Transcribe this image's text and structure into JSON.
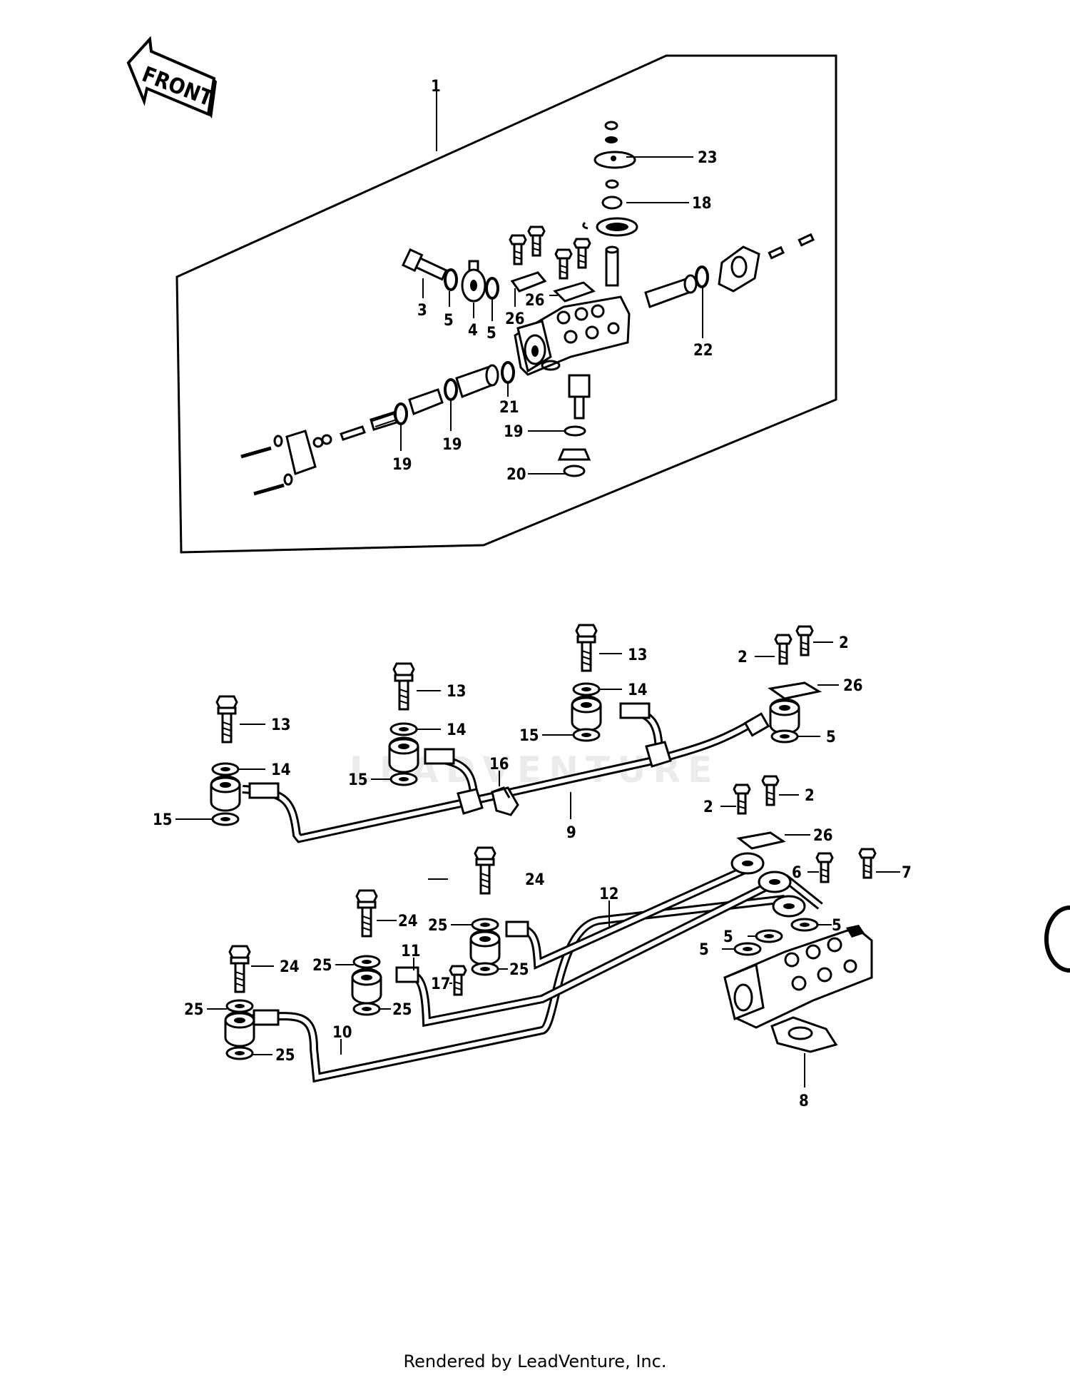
{
  "front_arrow_label": "FRONT",
  "watermark": "LEADVENTURE",
  "footer": "Rendered by LeadVenture, Inc.",
  "callouts_upper": [
    {
      "n": "1",
      "label": "1"
    },
    {
      "n": "23",
      "label": "23"
    },
    {
      "n": "18",
      "label": "18"
    },
    {
      "n": "3",
      "label": "3"
    },
    {
      "n": "5a",
      "label": "5"
    },
    {
      "n": "4",
      "label": "4"
    },
    {
      "n": "5b",
      "label": "5"
    },
    {
      "n": "26a",
      "label": "26"
    },
    {
      "n": "26b",
      "label": "26"
    },
    {
      "n": "22",
      "label": "22"
    },
    {
      "n": "21",
      "label": "21"
    },
    {
      "n": "19a",
      "label": "19"
    },
    {
      "n": "19b",
      "label": "19"
    },
    {
      "n": "19c",
      "label": "19"
    },
    {
      "n": "20",
      "label": "20"
    }
  ],
  "callouts_lower": [
    {
      "n": "13a",
      "label": "13"
    },
    {
      "n": "13b",
      "label": "13"
    },
    {
      "n": "13c",
      "label": "13"
    },
    {
      "n": "14a",
      "label": "14"
    },
    {
      "n": "14b",
      "label": "14"
    },
    {
      "n": "14c",
      "label": "14"
    },
    {
      "n": "15a",
      "label": "15"
    },
    {
      "n": "15b",
      "label": "15"
    },
    {
      "n": "15c",
      "label": "15"
    },
    {
      "n": "16",
      "label": "16"
    },
    {
      "n": "9",
      "label": "9"
    },
    {
      "n": "2a",
      "label": "2"
    },
    {
      "n": "2b",
      "label": "2"
    },
    {
      "n": "2c",
      "label": "2"
    },
    {
      "n": "2d",
      "label": "2"
    },
    {
      "n": "26c",
      "label": "26"
    },
    {
      "n": "26d",
      "label": "26"
    },
    {
      "n": "5c",
      "label": "5"
    },
    {
      "n": "5d",
      "label": "5"
    },
    {
      "n": "5e",
      "label": "5"
    },
    {
      "n": "5f",
      "label": "5"
    },
    {
      "n": "6",
      "label": "6"
    },
    {
      "n": "7",
      "label": "7"
    },
    {
      "n": "12",
      "label": "12"
    },
    {
      "n": "24a",
      "label": "24"
    },
    {
      "n": "24b",
      "label": "24"
    },
    {
      "n": "24c",
      "label": "24"
    },
    {
      "n": "25a",
      "label": "25"
    },
    {
      "n": "25b",
      "label": "25"
    },
    {
      "n": "25c",
      "label": "25"
    },
    {
      "n": "25d",
      "label": "25"
    },
    {
      "n": "25e",
      "label": "25"
    },
    {
      "n": "25f",
      "label": "25"
    },
    {
      "n": "11",
      "label": "11"
    },
    {
      "n": "17",
      "label": "17"
    },
    {
      "n": "10",
      "label": "10"
    },
    {
      "n": "8",
      "label": "8"
    }
  ]
}
